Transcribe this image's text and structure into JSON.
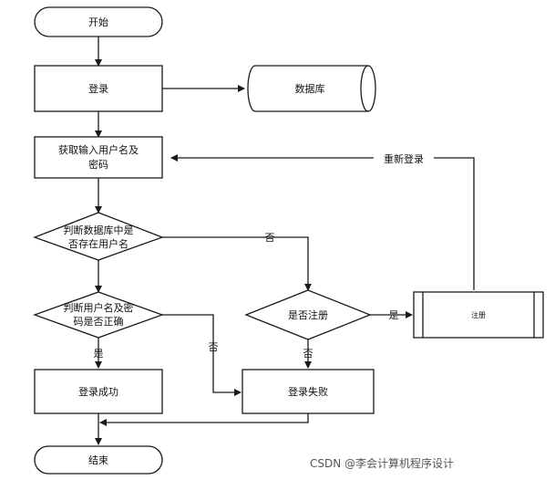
{
  "nodes": {
    "start": "开始",
    "login": "登录",
    "database": "数据库",
    "get_input_line1": "获取输入用户名及",
    "get_input_line2": "密码",
    "check_user_line1": "判断数据库中是",
    "check_user_line2": "否存在用户名",
    "check_pwd_line1": "判断用户名及密",
    "check_pwd_line2": "码是否正确",
    "is_registered": "是否注册",
    "register": "注册",
    "login_success": "登录成功",
    "login_fail": "登录失败",
    "end": "结束"
  },
  "edges": {
    "relogin": "重新登录",
    "no_user": "否",
    "yes_pwd": "是",
    "no_pwd": "否",
    "yes_registered": "是",
    "no_registered": "否"
  },
  "watermark": "CSDN @李会计算机程序设计"
}
